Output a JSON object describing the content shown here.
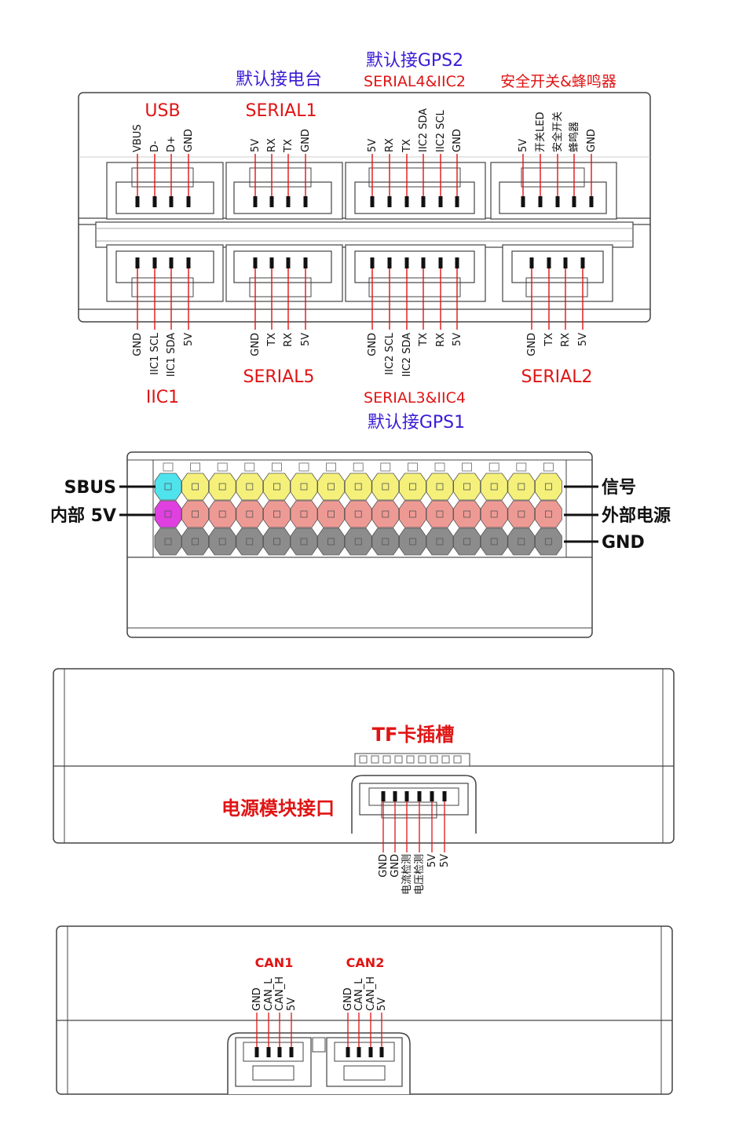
{
  "top_panel": {
    "captions": {
      "gps2_default": "默认接GPS2",
      "gimbal_default": "默认接电台",
      "serial4_iic2": "SERIAL4&IIC2",
      "safety_buzzer": "安全开关&蜂鸣器",
      "usb": "USB",
      "serial1": "SERIAL1",
      "iic1": "IIC1",
      "serial5": "SERIAL5",
      "serial3_iic4": "SERIAL3&IIC4",
      "serial2": "SERIAL2",
      "gps1_default": "默认接GPS1"
    },
    "top_connectors": [
      {
        "name": "USB",
        "pins": [
          "VBUS",
          "D-",
          "D+",
          "GND"
        ]
      },
      {
        "name": "SERIAL1",
        "pins": [
          "5V",
          "RX",
          "TX",
          "GND"
        ]
      },
      {
        "name": "SERIAL4&IIC2",
        "pins": [
          "5V",
          "RX",
          "TX",
          "IIC2 SDA",
          "IIC2 SCL",
          "GND"
        ]
      },
      {
        "name": "安全开关&蜂鸣器",
        "pins": [
          "5V",
          "开关LED",
          "安全开关",
          "蜂鸣器",
          "GND"
        ]
      }
    ],
    "bottom_connectors": [
      {
        "name": "IIC1",
        "pins": [
          "GND",
          "IIC1 SCL",
          "IIC1 SDA",
          "5V"
        ]
      },
      {
        "name": "SERIAL5",
        "pins": [
          "GND",
          "TX",
          "RX",
          "5V"
        ]
      },
      {
        "name": "SERIAL3&IIC4",
        "pins": [
          "GND",
          "IIC2 SCL",
          "IIC2 SDA",
          "TX",
          "RX",
          "5V"
        ]
      },
      {
        "name": "SERIAL2",
        "pins": [
          "GND",
          "TX",
          "RX",
          "5V"
        ]
      }
    ]
  },
  "pwm_panel": {
    "left_labels": {
      "sbus": "SBUS",
      "internal_5v": "内部 5V"
    },
    "right_labels": {
      "signal": "信号",
      "external_power": "外部电源",
      "gnd": "GND"
    },
    "columns": 15,
    "colors": {
      "sbus_pin": "#4fe3ee",
      "internal_5v_pin": "#e040e0",
      "signal_row": "#f4f07a",
      "power_row": "#ee9a94",
      "gnd_row": "#8c8c8c"
    }
  },
  "power_panel": {
    "tf_slot": "TF卡插槽",
    "power_port": "电源模块接口",
    "pins": [
      "GND",
      "GND",
      "电流检测",
      "电压检测",
      "5V",
      "5V"
    ]
  },
  "can_panel": {
    "can1": {
      "name": "CAN1",
      "pins": [
        "GND",
        "CAN_L",
        "CAN_H",
        "5V"
      ]
    },
    "can2": {
      "name": "CAN2",
      "pins": [
        "GND",
        "CAN_L",
        "CAN_H",
        "5V"
      ]
    }
  }
}
